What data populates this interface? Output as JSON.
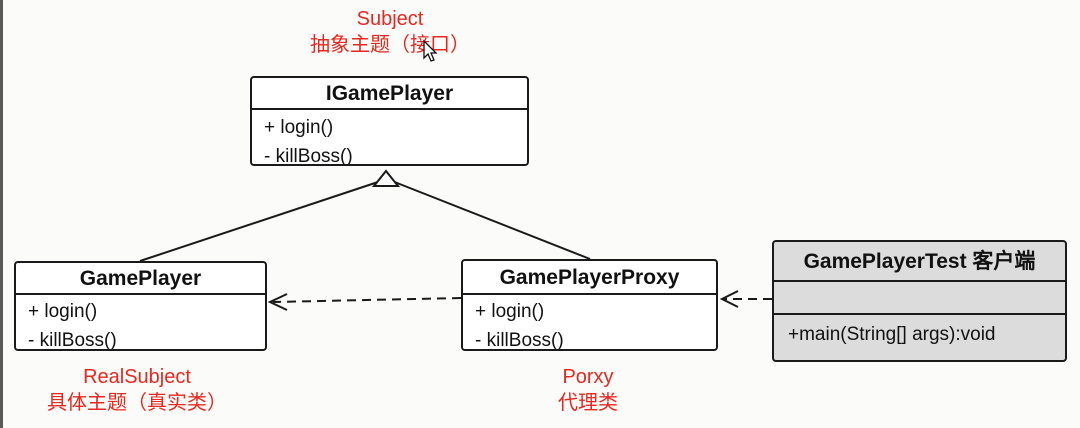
{
  "colors": {
    "annotation": "#e8281f",
    "client_fill": "#dcdcdc",
    "line": "#1a1a1a"
  },
  "annotations": {
    "subject_en": "Subject",
    "subject_cn": "抽象主题（接口）",
    "real_en": "RealSubject",
    "real_cn": "具体主题（真实类）",
    "proxy_en": "Porxy",
    "proxy_cn": "代理类"
  },
  "classes": {
    "interface": {
      "name": "IGamePlayer",
      "ops": [
        "+ login()",
        "- killBoss()"
      ]
    },
    "real": {
      "name": "GamePlayer",
      "ops": [
        "+ login()",
        "- killBoss()"
      ]
    },
    "proxy": {
      "name": "GamePlayerProxy",
      "ops": [
        "+ login()",
        "- killBoss()"
      ]
    },
    "client": {
      "name": "GamePlayerTest 客户端",
      "attrs": "",
      "ops": [
        "+main(String[] args):void"
      ]
    }
  },
  "relations": [
    {
      "from": "GamePlayer",
      "to": "IGamePlayer",
      "type": "realization"
    },
    {
      "from": "GamePlayerProxy",
      "to": "IGamePlayer",
      "type": "realization"
    },
    {
      "from": "GamePlayerProxy",
      "to": "GamePlayer",
      "type": "dependency"
    },
    {
      "from": "GamePlayerTest",
      "to": "GamePlayerProxy",
      "type": "dependency"
    }
  ]
}
